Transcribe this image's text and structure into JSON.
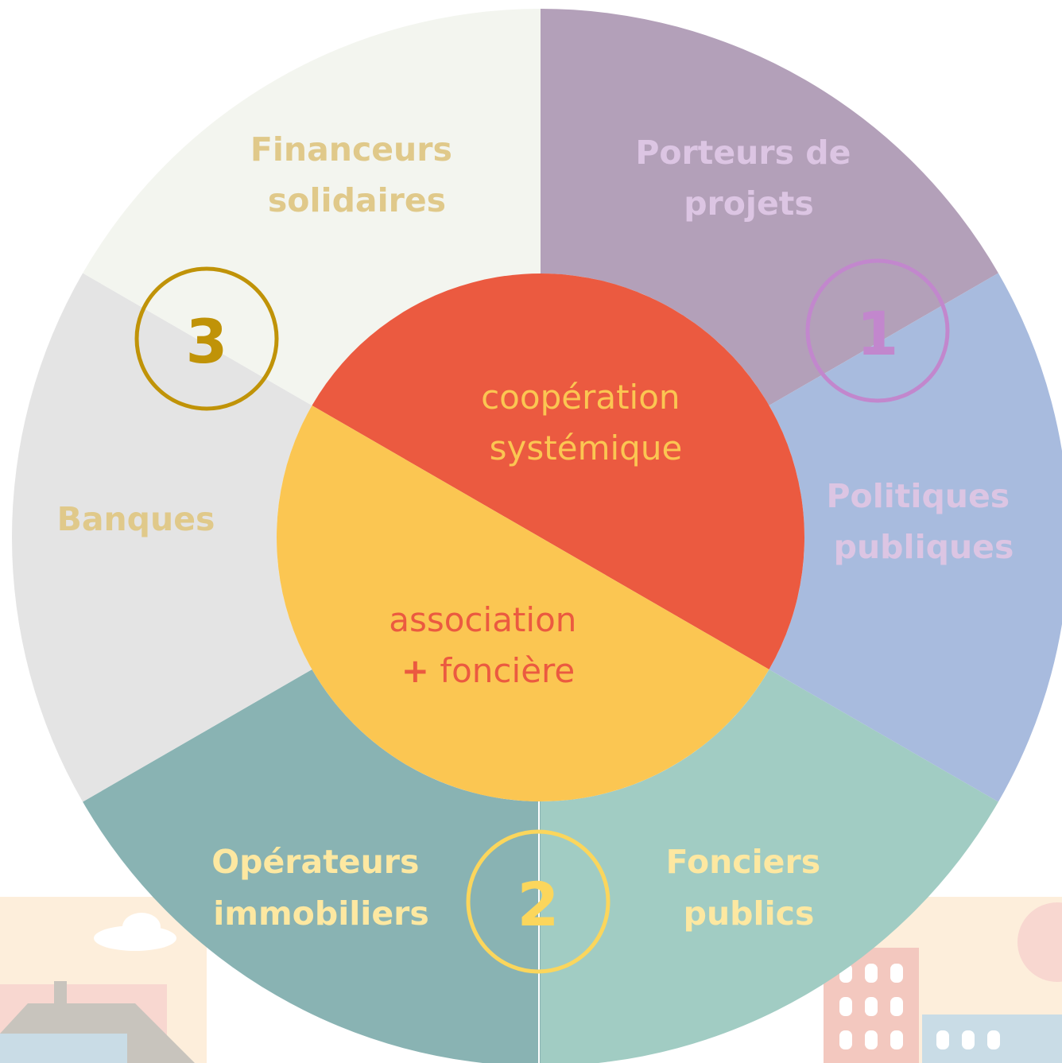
{
  "segments": {
    "porteurs": {
      "line1": "Porteurs de",
      "line2": "projets",
      "fill": "#b3a0b9",
      "text_color": "#dcc5e3"
    },
    "politiques": {
      "line1": "Politiques",
      "line2": "publiques",
      "fill": "#a8bbde",
      "text_color": "#dcc5e3"
    },
    "fonciers": {
      "line1": "Fonciers",
      "line2": "publics",
      "fill": "#a1ccc3",
      "text_color": "#fde8a1"
    },
    "operateurs": {
      "line1": "Opérateurs",
      "line2": "immobiliers",
      "fill": "#89b3b3",
      "text_color": "#fde8a1"
    },
    "banques": {
      "line1": "Banques",
      "fill": "#e4e4e4",
      "text_color": "#e0c98a"
    },
    "financeurs": {
      "line1": "Financeurs",
      "line2": "solidaires",
      "fill": "#f3f5ef",
      "text_color": "#e0c98a"
    }
  },
  "core": {
    "top": {
      "line1": "coopération",
      "line2": "systémique",
      "fill": "#eb5a40",
      "text_color": "#fbc652"
    },
    "bottom": {
      "line1": "association",
      "plus": "+",
      "line2": "foncière",
      "fill": "#fbc652",
      "text_color": "#eb5a40"
    }
  },
  "badges": {
    "one": {
      "label": "1",
      "color": "#c287cd"
    },
    "two": {
      "label": "2",
      "color": "#fbd65c"
    },
    "three": {
      "label": "3",
      "color": "#c09308"
    }
  },
  "background": {
    "colors": [
      "#fdeede",
      "#f8d7d0",
      "#c9dce6",
      "#c8c4bd",
      "#ffffff"
    ]
  }
}
